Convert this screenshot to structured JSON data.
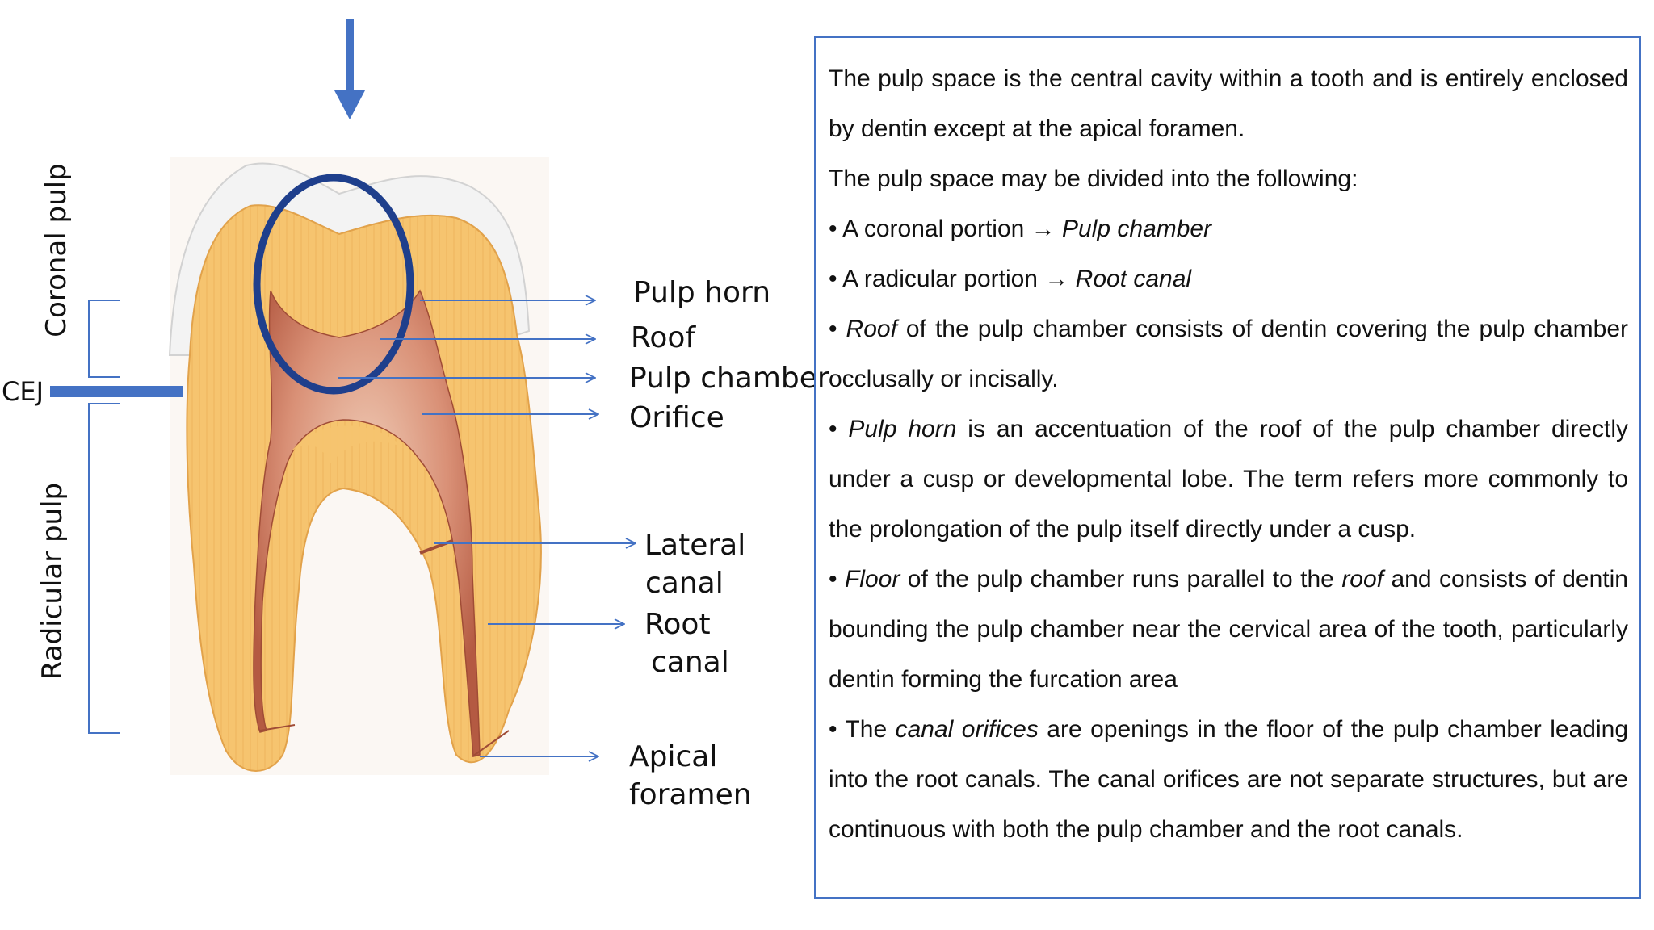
{
  "labels": {
    "pulp_horn": "Pulp horn",
    "roof": "Roof",
    "pulp_chamber": "Pulp chamber",
    "orifice": "Orifice",
    "lateral_canal_1": "Lateral",
    "lateral_canal_2": "canal",
    "root_canal_1": "Root",
    "root_canal_2": "canal",
    "apical_foramen_1": "Apical",
    "apical_foramen_2": "foramen",
    "coronal_pulp": "Coronal pulp",
    "radicular_pulp": "Radicular pulp",
    "cej": "CEJ"
  },
  "text": {
    "p1": "The pulp space is the central cavity within a tooth and is entirely enclosed by dentin except at the apical foramen.",
    "p2": "The pulp space may be divided into the following:",
    "b1_pre": "• A coronal portion → ",
    "b1_em": "Pulp chamber",
    "b2_pre": "• A radicular portion → ",
    "b2_em": "Root canal",
    "b3_pre": "• ",
    "b3_em": "Roof",
    "b3_post": " of the pulp chamber consists of dentin covering the pulp chamber occlusally or incisally.",
    "b4_pre": "• ",
    "b4_em": "Pulp horn",
    "b4_post": " is an accentuation of the roof of the pulp chamber directly under a cusp or developmental lobe. The term refers more commonly to the prolongation of the pulp itself directly under a cusp.",
    "b5_pre": "• ",
    "b5_em": "Floor",
    "b5_mid": " of the pulp chamber runs parallel to the ",
    "b5_em2": "roof",
    "b5_post": " and consists of dentin bounding the pulp chamber near the cervical area of the tooth, particularly dentin forming the furcation area",
    "b6_pre": "• The ",
    "b6_em": "canal orifices",
    "b6_post": " are openings in the floor of the pulp chamber leading into the root canals. The canal orifices are not separate structures, but are continuous with both the pulp chamber and the root canals."
  },
  "colors": {
    "accent": "#4472c4",
    "circle": "#1f3f8c",
    "dentin": "#f5c36e",
    "pulp": "#c66a4e",
    "enamel": "#f2f2f2"
  }
}
